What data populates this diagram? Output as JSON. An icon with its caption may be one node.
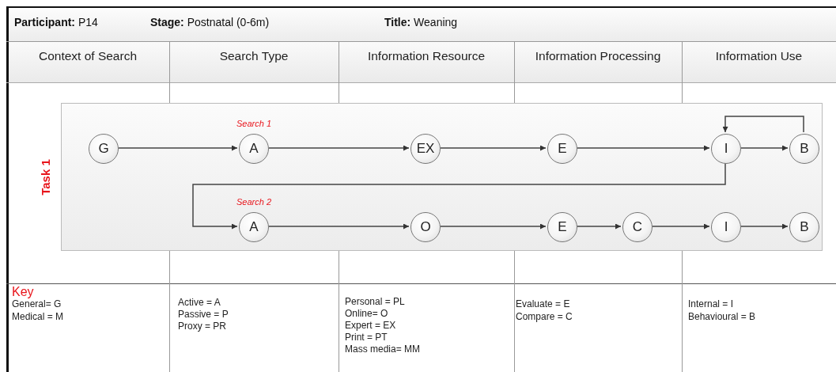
{
  "diagram": {
    "nodes": [
      {
        "text": [
          "Task 1"
        ]
      },
      {
        "text": [
          "G"
        ],
        "in": 0
      },
      {
        "text": [
          "A"
        ],
        "in": 0,
        "beside": [
          "Search 1"
        ]
      },
      {
        "text": [
          "EX"
        ],
        "in": 0
      },
      {
        "text": [
          "E"
        ],
        "in": 0
      },
      {
        "text": [
          "I"
        ],
        "in": 0
      },
      {
        "text": [
          "B"
        ],
        "in": 0
      },
      {
        "text": [
          "A"
        ],
        "in": 0,
        "beside": [
          "Search 2"
        ]
      },
      {
        "text": [
          "O"
        ],
        "in": 0
      },
      {
        "text": [
          "E"
        ],
        "in": 0
      },
      {
        "text": [
          "C"
        ],
        "in": 0
      },
      {
        "text": [
          "I"
        ],
        "in": 0
      },
      {
        "text": [
          "B"
        ],
        "in": 0
      }
    ],
    "edges": [
      {
        "from": 1,
        "to": 2,
        "arrow": "to"
      },
      {
        "from": 2,
        "to": 3,
        "arrow": "to"
      },
      {
        "from": 3,
        "to": 4,
        "arrow": "to"
      },
      {
        "from": 4,
        "to": 5,
        "arrow": "to"
      },
      {
        "from": 5,
        "to": 6,
        "arrow": "to"
      },
      {
        "from": 6,
        "to": 5,
        "arrow": "to"
      },
      {
        "from": 5,
        "to": 7,
        "arrow": "to"
      },
      {
        "from": 7,
        "to": 8,
        "arrow": "to"
      },
      {
        "from": 8,
        "to": 9,
        "arrow": "to"
      },
      {
        "from": 9,
        "to": 10,
        "arrow": "to"
      },
      {
        "from": 10,
        "to": 11,
        "arrow": "to"
      },
      {
        "from": 11,
        "to": 12,
        "arrow": "to"
      }
    ],
    "labels": [
      "**Participant:** P14",
      "**Stage:** Postnatal (0-6m)",
      "**Title:** Weaning",
      "Context of Search",
      "Search Type",
      "Information Resource",
      "Information Processing",
      "Information Use",
      "Key",
      "General= G",
      "Medical = M",
      "Active = A",
      "Passive = P",
      "Proxy = PR",
      "Personal = PL",
      "Online= O",
      "Expert = EX",
      "Print = PT",
      "Mass media= MM",
      "Evaluate = E",
      "Compare = C",
      "Internal = I",
      "Behavioural = B"
    ]
  }
}
